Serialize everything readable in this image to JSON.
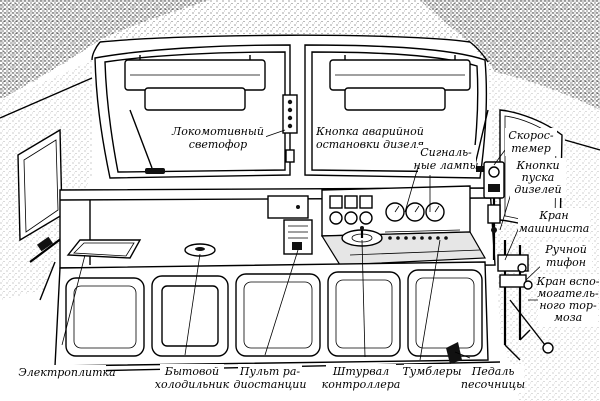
{
  "labels": {
    "traffic_light": [
      "Локомотивный",
      "светофор"
    ],
    "emergency_button": [
      "Кнопка аварийной",
      "остановки дизеля"
    ],
    "speedometer": [
      "Скорос-",
      "темер"
    ],
    "signal_lamps": [
      "Сигналь-",
      "ные лампы"
    ],
    "start_buttons": [
      "Кнопки",
      "пуска",
      "дизелей"
    ],
    "driver_valve": [
      "Кран",
      "машиниста"
    ],
    "hand_whistle": [
      "Ручной",
      "тифон"
    ],
    "aux_brake_valve": [
      "Кран вспо-",
      "могатель-",
      "ного тор-",
      "моза"
    ],
    "hotplate": [
      "Электроплитка"
    ],
    "fridge": [
      "Бытовой",
      "холодильник"
    ],
    "radio_panel": [
      "Пульт ра-",
      "диостанции"
    ],
    "controller_wheel": [
      "Штурвал",
      "контроллера"
    ],
    "toggles": [
      "Тумблеры"
    ],
    "sand_pedal": [
      "Педаль",
      "песочницы"
    ]
  }
}
